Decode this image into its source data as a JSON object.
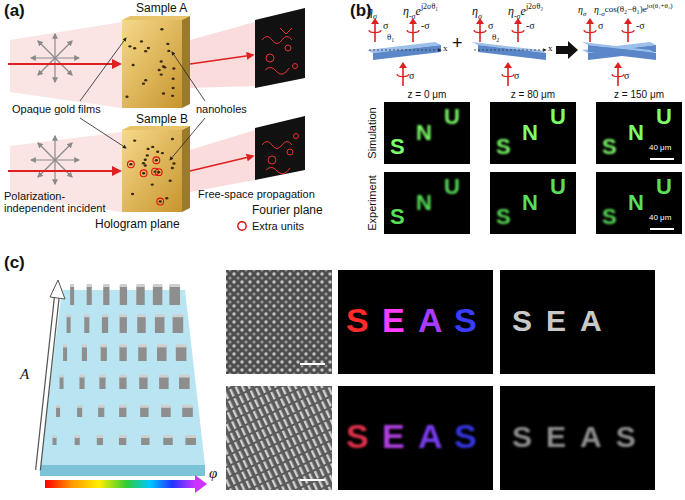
{
  "diagram": {
    "labels": [
      "(a)",
      "Sample A",
      "Opaque gold films",
      "nanoholes",
      "Sample B",
      "Polarization-independent incident",
      "Free-space propagation",
      "Fourier plane",
      "Hologram plane",
      "(b)",
      "η",
      "σ",
      "η",
      "-σ",
      "e",
      "j2σθ₁",
      "σ",
      "-σ",
      "θ₁",
      "x",
      "σ",
      "+",
      "η",
      "σ",
      "η",
      "-σ",
      "e",
      "j2σθ₂",
      "σ",
      "-σ",
      "θ₂",
      "x",
      "σ",
      "η",
      "σ",
      "η",
      "-σ",
      "cos(θ₂−θ₁)e",
      "jσ(θ₁+θ₂)",
      "σ",
      "-σ",
      "σ",
      "z = 0 μm",
      "z = 80 μm",
      "z = 150 μm",
      "Simulation",
      "Experiment",
      "40 μm",
      "40 μm",
      "S",
      "N",
      "U",
      "S",
      "N",
      "U",
      "S",
      "N",
      "U",
      "S",
      "N",
      "U",
      "S",
      "N",
      "U",
      "S",
      "N",
      "U",
      "(c)",
      "A",
      "φ",
      "S",
      "E",
      "A",
      "S",
      "S",
      "E",
      "A",
      "S",
      "SEA",
      "SEAS"
    ],
    "legend": [
      {
        "text": "Extra units"
      }
    ]
  }
}
